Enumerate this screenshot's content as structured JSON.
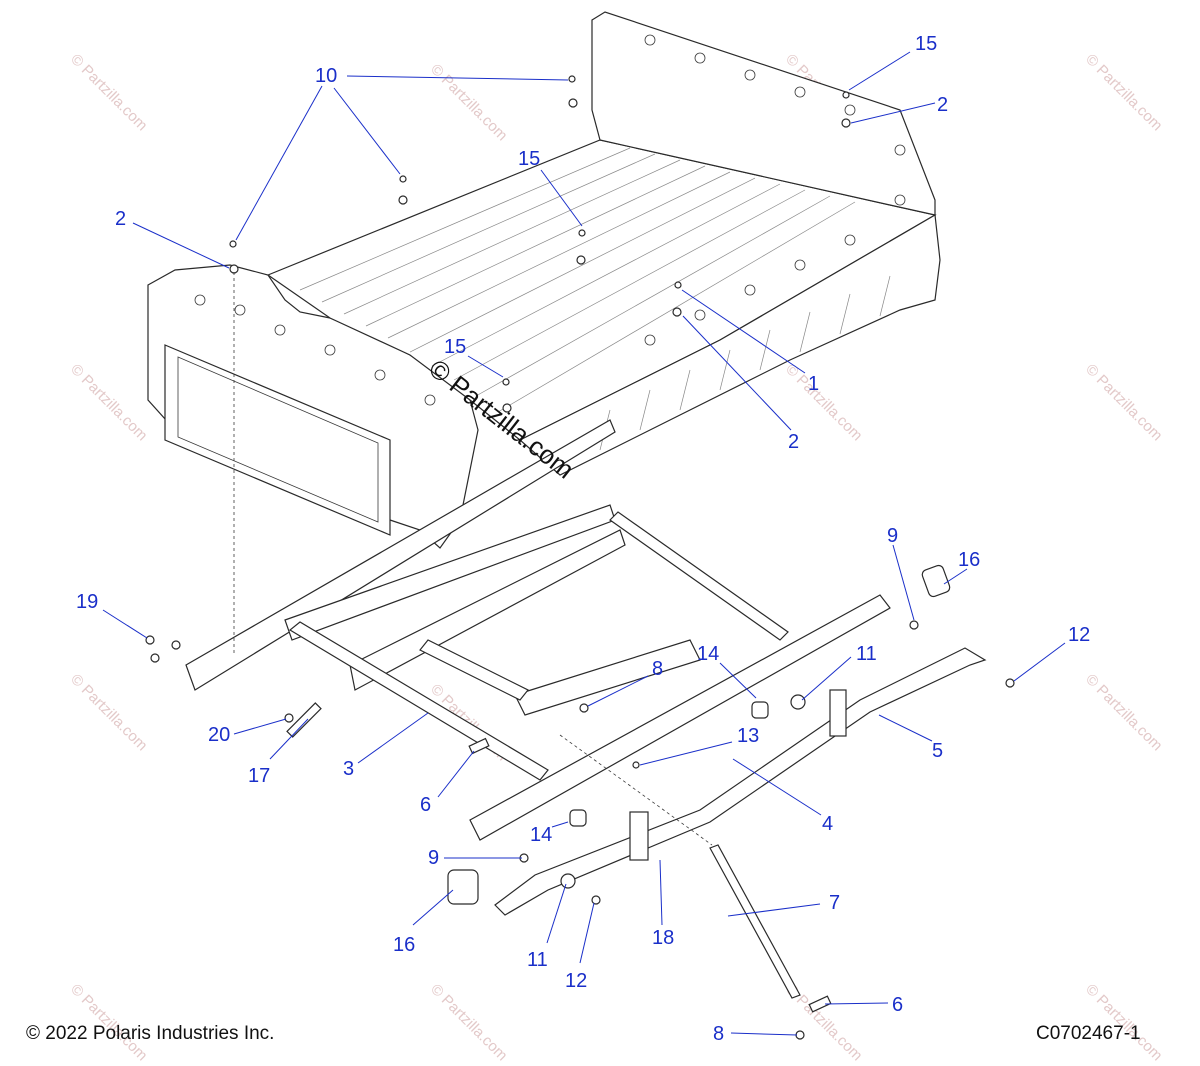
{
  "watermark": {
    "center": "© Partzilla.com",
    "tile": "© Partzilla.com"
  },
  "footer": {
    "copyright": "© 2022 Polaris Industries Inc.",
    "figure_id": "C0702467-1"
  },
  "callouts": {
    "c1": "1",
    "c2a": "2",
    "c2b": "2",
    "c2c": "2",
    "c3": "3",
    "c4": "4",
    "c5": "5",
    "c6a": "6",
    "c6b": "6",
    "c7": "7",
    "c8a": "8",
    "c8b": "8",
    "c9a": "9",
    "c9b": "9",
    "c10": "10",
    "c11a": "11",
    "c11b": "11",
    "c12a": "12",
    "c12b": "12",
    "c13": "13",
    "c14a": "14",
    "c14b": "14",
    "c15a": "15",
    "c15b": "15",
    "c15c": "15",
    "c16a": "16",
    "c16b": "16",
    "c17": "17",
    "c18": "18",
    "c19": "19",
    "c20": "20"
  },
  "colors": {
    "callout": "#1a2fc9",
    "line_art": "#2a2a2a",
    "watermark": "#e3c9c9"
  }
}
